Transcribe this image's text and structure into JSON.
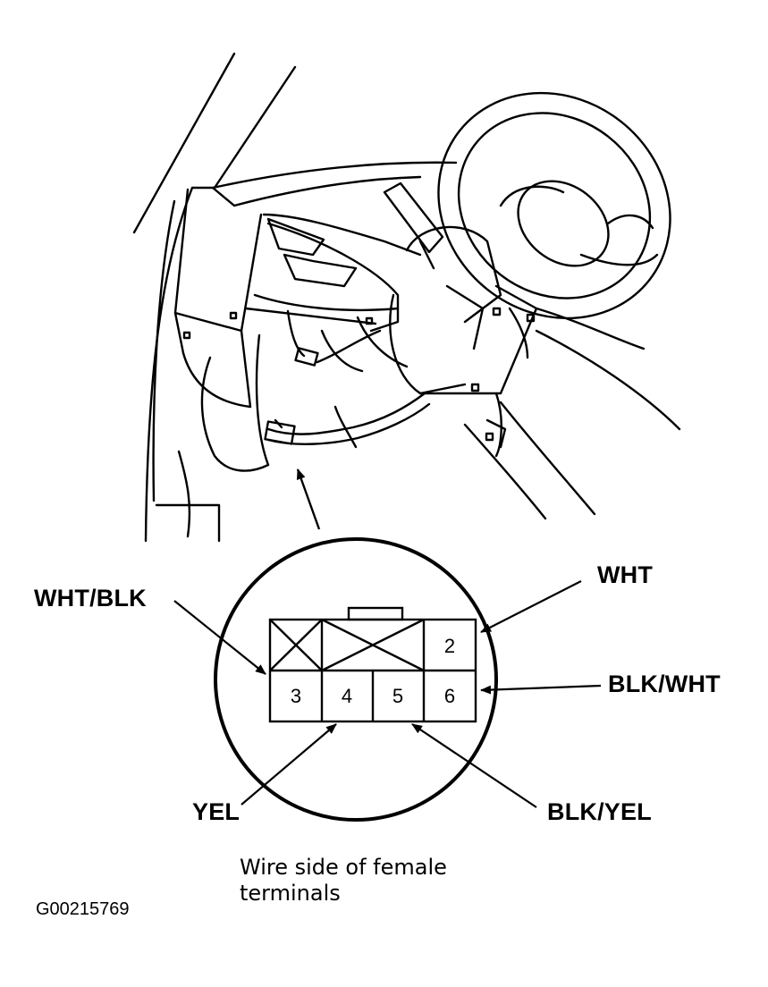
{
  "connector": {
    "pins": [
      {
        "number": "2"
      },
      {
        "number": "3"
      },
      {
        "number": "4"
      },
      {
        "number": "5"
      },
      {
        "number": "6"
      }
    ]
  },
  "wires": {
    "wht_blk": "WHT/BLK",
    "wht": "WHT",
    "blk_wht": "BLK/WHT",
    "yel": "YEL",
    "blk_yel": "BLK/YEL"
  },
  "caption": {
    "line1": "Wire side of female",
    "line2": "terminals"
  },
  "figure_code": "G00215769"
}
